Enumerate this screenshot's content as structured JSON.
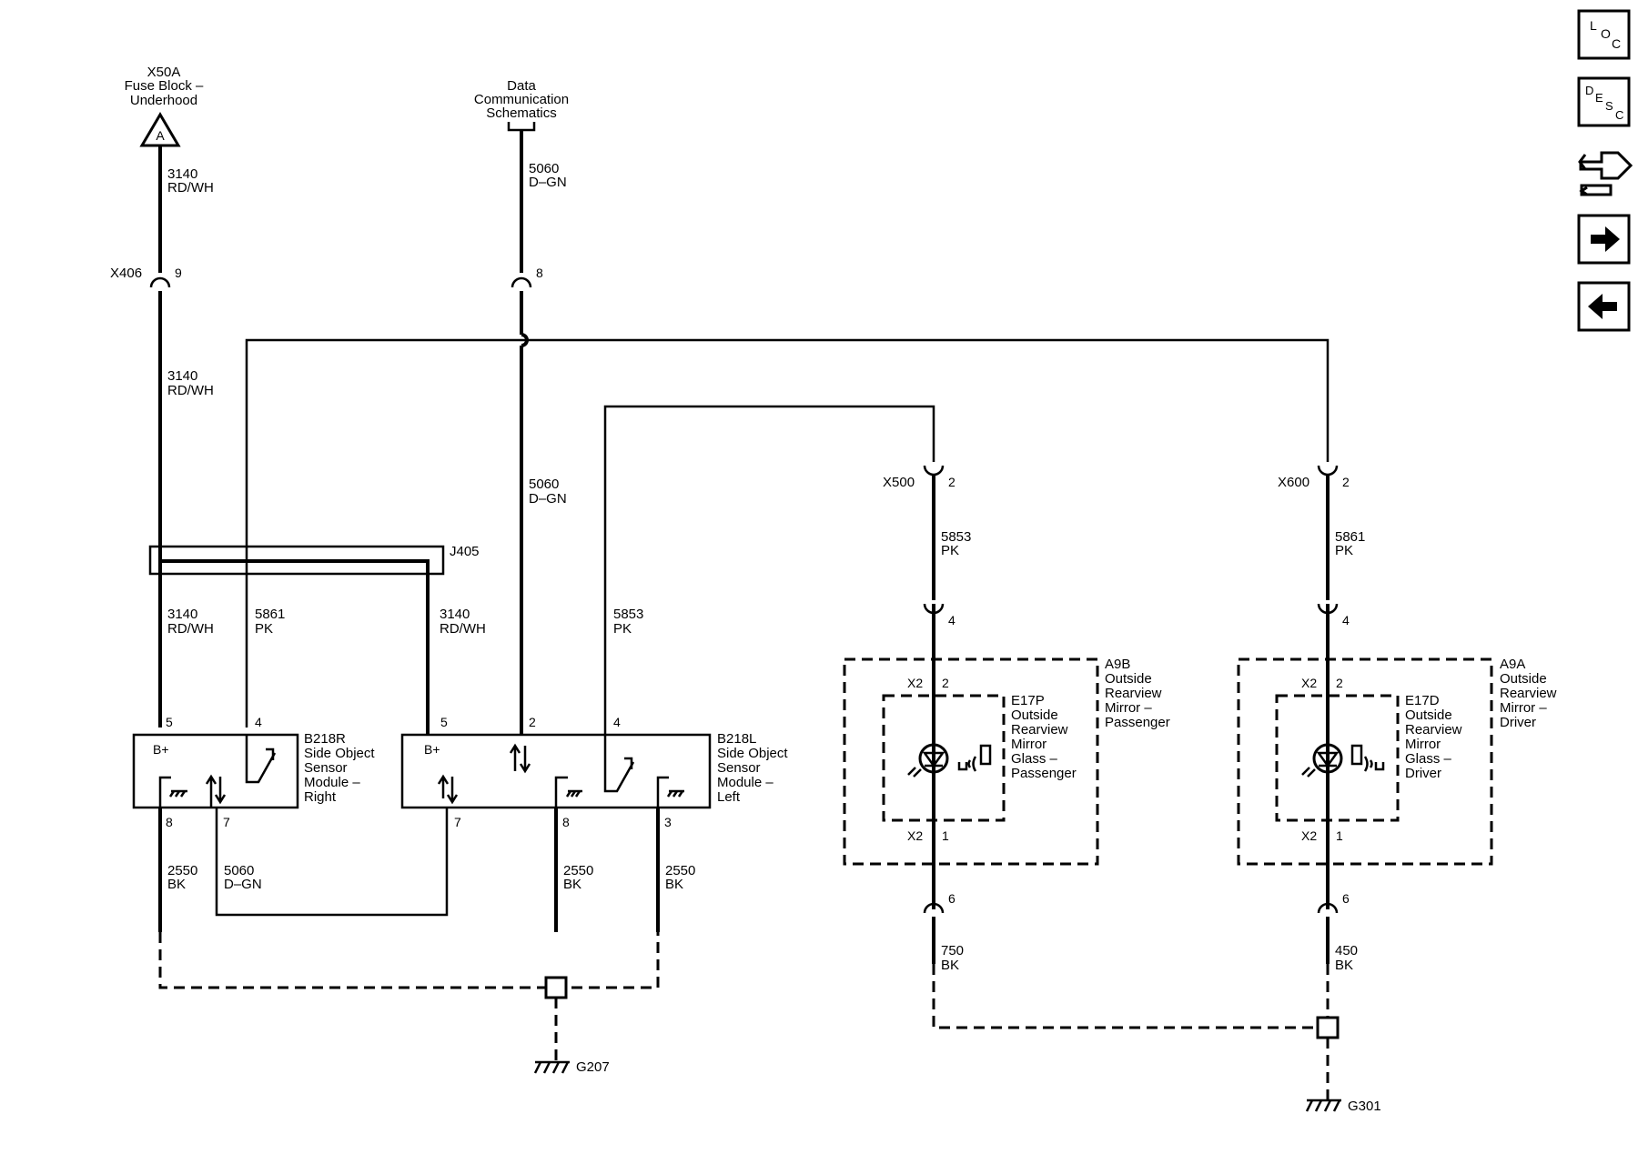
{
  "nodes": {
    "fuse_block": {
      "id": "X50A",
      "name": "Fuse Block –",
      "sub": "Underhood",
      "ref": "A"
    },
    "data_comm": {
      "line1": "Data",
      "line2": "Communication",
      "line3": "Schematics"
    },
    "x406": {
      "conn": "X406",
      "pin1": "9",
      "pin2": "8"
    },
    "j405": {
      "label": "J405"
    },
    "b218r": {
      "id": "B218R",
      "l1": "Side Object",
      "l2": "Sensor",
      "l3": "Module –",
      "l4": "Right",
      "bplus": "B+"
    },
    "b218l": {
      "id": "B218L",
      "l1": "Side Object",
      "l2": "Sensor",
      "l3": "Module –",
      "l4": "Left",
      "bplus": "B+"
    },
    "x500": {
      "conn": "X500",
      "pin": "2",
      "pin_bottom": "4",
      "pin_ground": "6"
    },
    "x600": {
      "conn": "X600",
      "pin": "2",
      "pin_bottom": "4",
      "pin_ground": "6"
    },
    "a9b": {
      "id": "A9B",
      "l1": "Outside",
      "l2": "Rearview",
      "l3": "Mirror –",
      "l4": "Passenger"
    },
    "a9a": {
      "id": "A9A",
      "l1": "Outside",
      "l2": "Rearview",
      "l3": "Mirror –",
      "l4": "Driver"
    },
    "e17p": {
      "id": "E17P",
      "l1": "Outside",
      "l2": "Rearview",
      "l3": "Mirror",
      "l4": "Glass –",
      "l5": "Passenger"
    },
    "e17d": {
      "id": "E17D",
      "l1": "Outside",
      "l2": "Rearview",
      "l3": "Mirror",
      "l4": "Glass –",
      "l5": "Driver"
    },
    "g207": {
      "label": "G207"
    },
    "g301": {
      "label": "G301"
    }
  },
  "pins": {
    "b218r_p5": "5",
    "b218r_p4": "4",
    "b218r_p8": "8",
    "b218r_p7": "7",
    "b218l_p5": "5",
    "b218l_p2": "2",
    "b218l_p4": "4",
    "b218l_p7": "7",
    "b218l_p8": "8",
    "b218l_p3": "3",
    "x2": "X2",
    "p2": "2",
    "p1": "1"
  },
  "wires": {
    "w3140_a": {
      "num": "3140",
      "color": "RD/WH"
    },
    "w3140_b": {
      "num": "3140",
      "color": "RD/WH"
    },
    "w3140_c": {
      "num": "3140",
      "color": "RD/WH"
    },
    "w3140_d": {
      "num": "3140",
      "color": "RD/WH"
    },
    "w5060_a": {
      "num": "5060",
      "color": "D–GN"
    },
    "w5060_b": {
      "num": "5060",
      "color": "D–GN"
    },
    "w5060_c": {
      "num": "5060",
      "color": "D–GN"
    },
    "w5861_a": {
      "num": "5861",
      "color": "PK"
    },
    "w5861_b": {
      "num": "5861",
      "color": "PK"
    },
    "w5853_a": {
      "num": "5853",
      "color": "PK"
    },
    "w5853_b": {
      "num": "5853",
      "color": "PK"
    },
    "w2550_a": {
      "num": "2550",
      "color": "BK"
    },
    "w2550_b": {
      "num": "2550",
      "color": "BK"
    },
    "w2550_c": {
      "num": "2550",
      "color": "BK"
    },
    "w750": {
      "num": "750",
      "color": "BK"
    },
    "w450": {
      "num": "450",
      "color": "BK"
    }
  },
  "nav": {
    "loc": {
      "a": "L",
      "b": "O",
      "c": "C"
    },
    "desc": {
      "a": "D",
      "b": "E",
      "c": "S",
      "d": "C"
    },
    "icons": [
      "loc-icon",
      "desc-icon",
      "connector-tool-icon",
      "arrow-right-icon",
      "arrow-left-icon"
    ]
  }
}
